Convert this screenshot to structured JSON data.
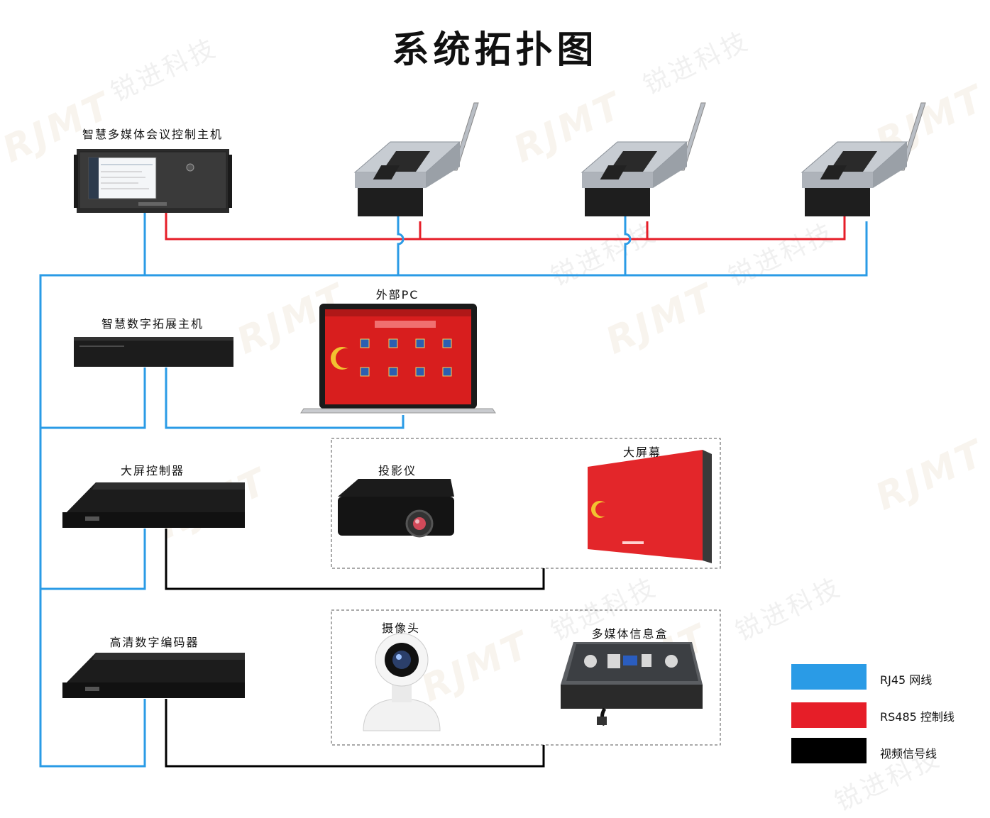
{
  "title": "系统拓扑图",
  "devices": {
    "control_host": "智慧多媒体会议控制主机",
    "expansion_host": "智慧数字拓展主机",
    "external_pc": "外部PC",
    "screen_controller": "大屏控制器",
    "projector": "投影仪",
    "big_screen": "大屏幕",
    "encoder": "高清数字编码器",
    "camera": "摄像头",
    "info_box": "多媒体信息盒"
  },
  "legend": [
    {
      "label": "RJ45 网线",
      "color": "#2a9be6"
    },
    {
      "label": "RS485 控制线",
      "color": "#e61e28"
    },
    {
      "label": "视频信号线",
      "color": "#000000"
    }
  ],
  "watermark": {
    "brand": "RJMT",
    "cn": "锐进科技"
  },
  "colors": {
    "rj45": "#2a9be6",
    "rs485": "#e61e28",
    "video": "#000000"
  }
}
